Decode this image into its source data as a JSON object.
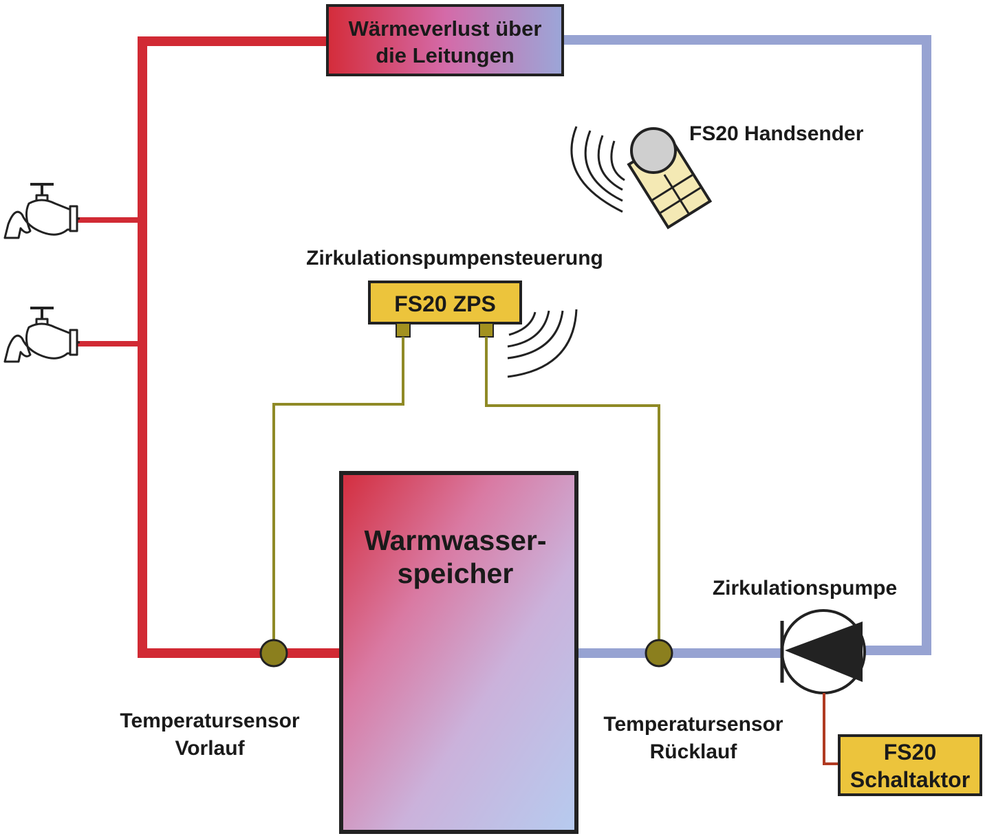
{
  "labels": {
    "heat_loss_line1": "Wärmeverlust über",
    "heat_loss_line2": "die Leitungen",
    "remote_title": "FS20 Handsender",
    "controller_title": "Zirkulationspumpensteuerung",
    "controller_box": "FS20 ZPS",
    "tank_line1": "Warmwasser-",
    "tank_line2": "speicher",
    "pump_title": "Zirkulationspumpe",
    "sensor_supply_line1": "Temperatursensor",
    "sensor_supply_line2": "Vorlauf",
    "sensor_return_line1": "Temperatursensor",
    "sensor_return_line2": "Rücklauf",
    "actuator_line1": "FS20",
    "actuator_line2": "Schaltaktor"
  },
  "colors": {
    "hot_pipe": "#d12a34",
    "cold_pipe": "#97a3d2",
    "sensor_wire": "#8f8a26",
    "sensor_dot": "#8b7f1e",
    "module_fill": "#ecc43c",
    "actuator_wire": "#b03a22",
    "outline": "#222222"
  },
  "icons": {
    "faucet": "faucet-icon",
    "remote": "remote-control-icon",
    "wireless": "wireless-signal-icon",
    "pump": "pump-symbol-icon"
  }
}
